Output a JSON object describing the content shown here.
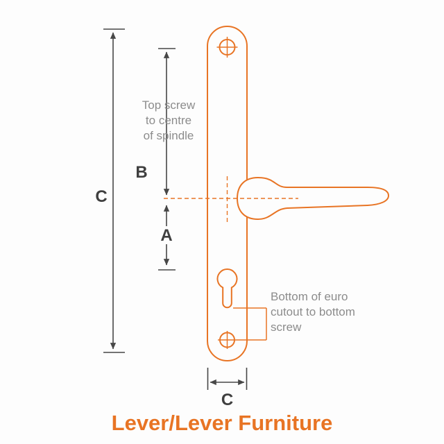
{
  "title": "Lever/Lever Furniture",
  "colors": {
    "accent": "#e87424",
    "dimension_line": "#474747",
    "dimension_label": "#3f3f3f",
    "annotation_text": "#8c8c8c",
    "background": "#fdfdfd"
  },
  "dimensions": {
    "c_left": "C",
    "b": "B",
    "a": "A",
    "c_bottom": "C"
  },
  "annotations": {
    "top_screw": {
      "lines": [
        "Top screw",
        "to centre",
        "of spindle"
      ]
    },
    "euro_cutout": {
      "lines": [
        "Bottom of euro",
        "cutout to bottom",
        "screw"
      ]
    }
  },
  "icons": {
    "top_screw": "phillips-screw-icon",
    "bottom_screw": "phillips-screw-icon",
    "euro_cutout": "euro-cylinder-keyhole-icon",
    "spindle": "dashed-crosshair-icon"
  }
}
